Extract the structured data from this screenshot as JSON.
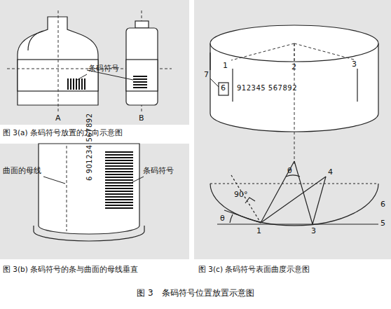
{
  "diagram": {
    "caption": "图 3　条码符号位置放置示意图",
    "labels": [
      "条码符号",
      "A",
      "B",
      "图 3(a) 条码符号放置的方向示意图",
      "曲面的母线",
      "条码符号",
      "6 901234 567892",
      "图 3(b) 条码符号的条与曲面的母线垂直",
      "1",
      "2",
      "3",
      "7",
      "6",
      "912345 567892",
      "4",
      "θ",
      "90°",
      "θ",
      "6",
      "5",
      "1",
      "3",
      "图 3(c) 条码符号表面曲度示意图"
    ]
  }
}
